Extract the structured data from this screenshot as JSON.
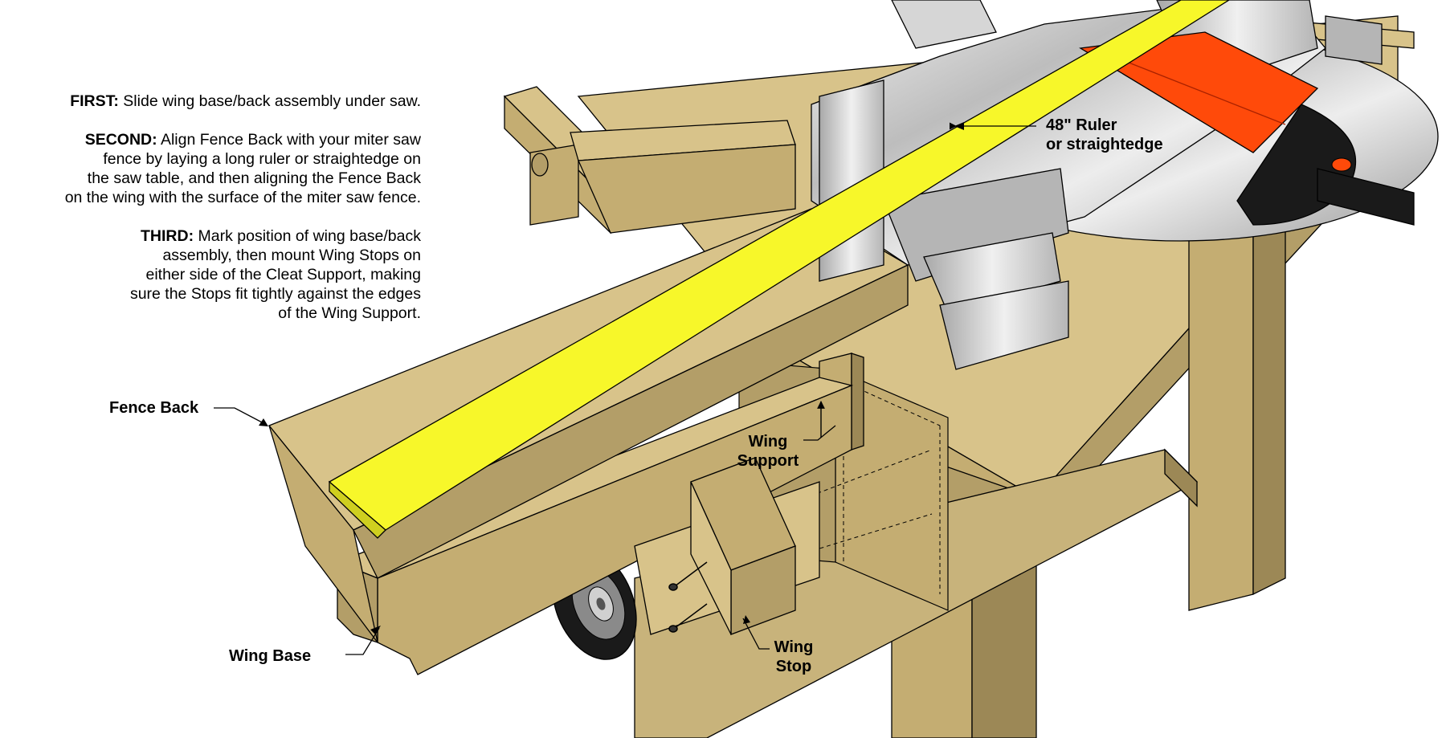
{
  "instructions": {
    "first": {
      "label": "FIRST:",
      "lines": [
        "Slide wing base/back assembly under saw."
      ]
    },
    "second": {
      "label": "SECOND:",
      "lines": [
        "Align Fence Back with your miter saw",
        "fence by laying a long ruler or straightedge on",
        "the saw table, and then aligning the Fence Back",
        "on the wing with the surface of the miter saw fence."
      ]
    },
    "third": {
      "label": "THIRD:",
      "lines": [
        "Mark position of wing base/back",
        "assembly, then mount Wing Stops on",
        "either side of the Cleat Support, making",
        "sure the Stops fit tightly against the edges",
        "of the Wing Support."
      ]
    }
  },
  "callouts": {
    "ruler": [
      "48\" Ruler",
      "or straightedge"
    ],
    "fence_back": "Fence Back",
    "wing_support": [
      "Wing",
      "Support"
    ],
    "wing_base": "Wing Base",
    "wing_stop": [
      "Wing",
      "Stop"
    ]
  },
  "colors": {
    "wood_light": "#d8c38a",
    "wood_mid": "#c4ad72",
    "wood_dark": "#9c8856",
    "ruler_yellow": "#f7f72a",
    "saw_silver": "#c8c8c8",
    "saw_orange": "#ff4a0a",
    "tire_black": "#1a1a1a"
  }
}
